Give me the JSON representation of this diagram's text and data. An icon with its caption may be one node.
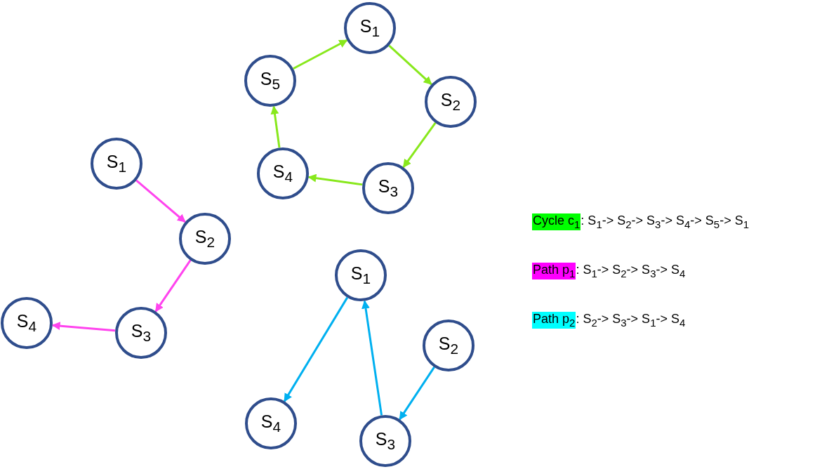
{
  "diagram": {
    "nodes": [
      {
        "text": [
          "S$_{1}$"
        ]
      },
      {
        "text": [
          "S$_{2}$"
        ]
      },
      {
        "text": [
          "S$_{3}$"
        ]
      },
      {
        "text": [
          "S$_{4}$"
        ]
      },
      {
        "text": [
          "S$_{5}$"
        ]
      },
      {
        "text": [
          "S$_{1}$"
        ]
      },
      {
        "text": [
          "S$_{2}$"
        ]
      },
      {
        "text": [
          "S$_{3}$"
        ]
      },
      {
        "text": [
          "S$_{4}$"
        ]
      },
      {
        "text": [
          "S$_{1}$"
        ]
      },
      {
        "text": [
          "S$_{2}$"
        ]
      },
      {
        "text": [
          "S$_{3}$"
        ]
      },
      {
        "text": [
          "S$_{4}$"
        ]
      }
    ],
    "edges": [
      {
        "from": 0,
        "to": 1,
        "arrow": "to",
        "color": "#88e81c"
      },
      {
        "from": 1,
        "to": 2,
        "arrow": "to",
        "color": "#88e81c"
      },
      {
        "from": 2,
        "to": 3,
        "arrow": "to",
        "color": "#88e81c"
      },
      {
        "from": 3,
        "to": 4,
        "arrow": "to",
        "color": "#88e81c"
      },
      {
        "from": 4,
        "to": 0,
        "arrow": "to",
        "color": "#88e81c"
      },
      {
        "from": 5,
        "to": 6,
        "arrow": "to",
        "color": "#ff44ee"
      },
      {
        "from": 6,
        "to": 7,
        "arrow": "to",
        "color": "#ff44ee"
      },
      {
        "from": 7,
        "to": 8,
        "arrow": "to",
        "color": "#ff44ee"
      },
      {
        "from": 10,
        "to": 11,
        "arrow": "to",
        "color": "#00b0f0"
      },
      {
        "from": 11,
        "to": 9,
        "arrow": "to",
        "color": "#00b0f0"
      },
      {
        "from": 9,
        "to": 12,
        "arrow": "to",
        "color": "#00b0f0"
      }
    ],
    "labels": [
      ": S$_{1}$-> S$_{2}$-> S$_{3}$-> S$_{4}$-> S$_{5}$-> S$_{1}$",
      ": S$_{1}$-> S$_{2}$-> S$_{3}$-> S$_{4}$",
      ": S$_{2}$-> S$_{3}$-> S$_{1}$-> S$_{4}$"
    ],
    "legend": [
      {
        "text": "Cycle c$_{1}$",
        "color": "#00ff00"
      },
      {
        "text": "Path p$_{1}$",
        "color": "#ff00ff"
      },
      {
        "text": "Path p$_{2}$",
        "color": "#00ffff"
      }
    ]
  }
}
